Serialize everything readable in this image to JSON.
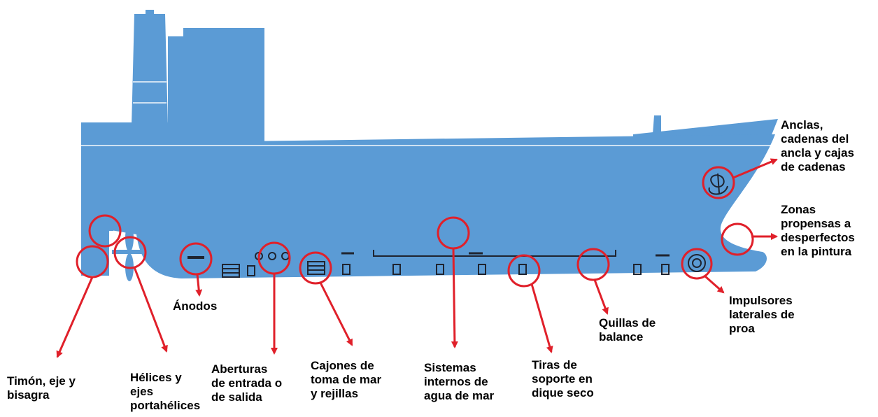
{
  "colors": {
    "hull": "#5b9bd5",
    "marker": "#e0202a",
    "detail": "#1f2430",
    "text": "#000000"
  },
  "labels": {
    "anclas": "Anclas,\ncadenas del\nancla y cajas\nde cadenas",
    "zonas": "Zonas\npropensas a\ndesperfectos\nen la pintura",
    "impulsores": "Impulsores\nlaterales de\nproa",
    "quillas": "Quillas de\nbalance",
    "tiras": "Tiras de\nsoporte en\ndique seco",
    "sistemas": "Sistemas\ninternos de\nagua de mar",
    "cajones": "Cajones de\ntoma de mar\ny rejillas",
    "aberturas": "Aberturas\nde entrada o\nde salida",
    "anodos": "Ánodos",
    "helices": "Hélices y\nejes\nportahélices",
    "timon": "Timón, eje y\nbisagra"
  }
}
